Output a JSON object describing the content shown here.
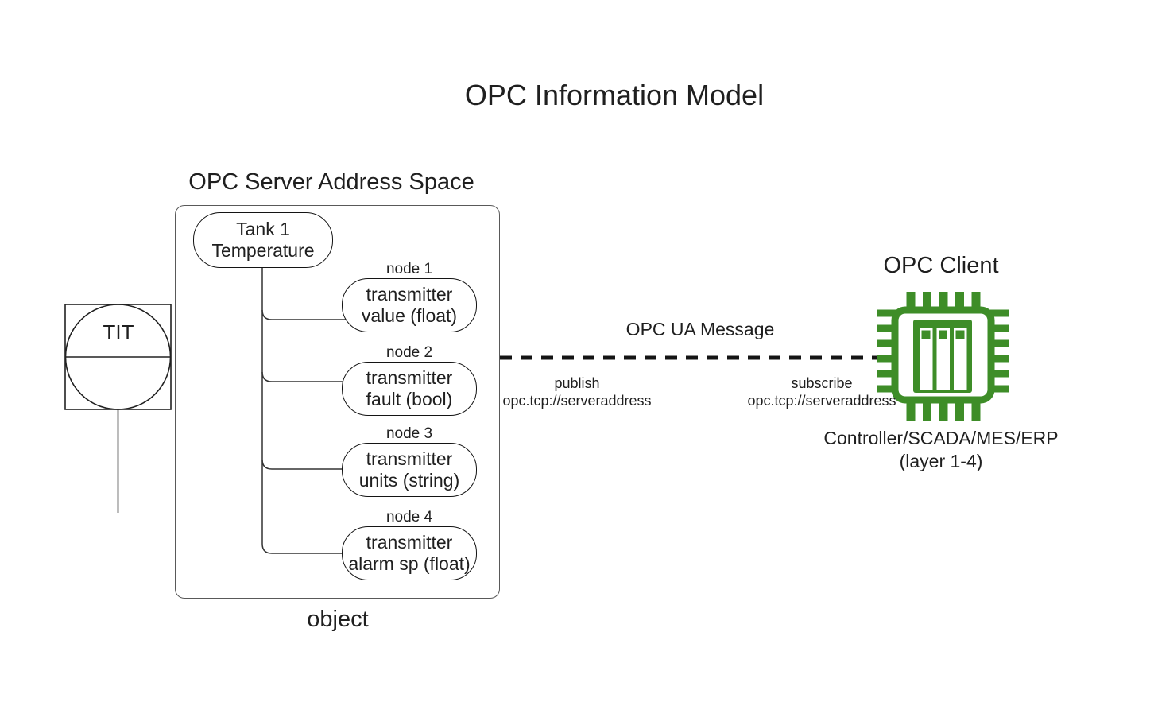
{
  "title": "OPC Information Model",
  "instrument": {
    "tag": "TIT"
  },
  "server": {
    "heading": "OPC Server Address Space",
    "root": {
      "line1": "Tank 1",
      "line2": "Temperature"
    },
    "nodes": [
      {
        "label": "node 1",
        "line1": "transmitter",
        "line2": "value (float)"
      },
      {
        "label": "node 2",
        "line1": "transmitter",
        "line2": "fault (bool)"
      },
      {
        "label": "node 3",
        "line1": "transmitter",
        "line2": "units (string)"
      },
      {
        "label": "node 4",
        "line1": "transmitter",
        "line2": "alarm sp (float)"
      }
    ],
    "caption": "object"
  },
  "message": {
    "label": "OPC UA Message",
    "publish": {
      "action": "publish",
      "url_linked": "opc.tcp://server",
      "url_plain": "address"
    },
    "subscribe": {
      "action": "subscribe",
      "url_linked": "opc.tcp://server",
      "url_plain": "address"
    },
    "link_underline_color": "#8c8ce0",
    "line_color": "#141414"
  },
  "client": {
    "heading": "OPC Client",
    "icon": "chip-icon",
    "caption_line1": "Controller/SCADA/MES/ERP",
    "caption_line2": "(layer 1-4)",
    "accent_color": "#3E8D28"
  }
}
